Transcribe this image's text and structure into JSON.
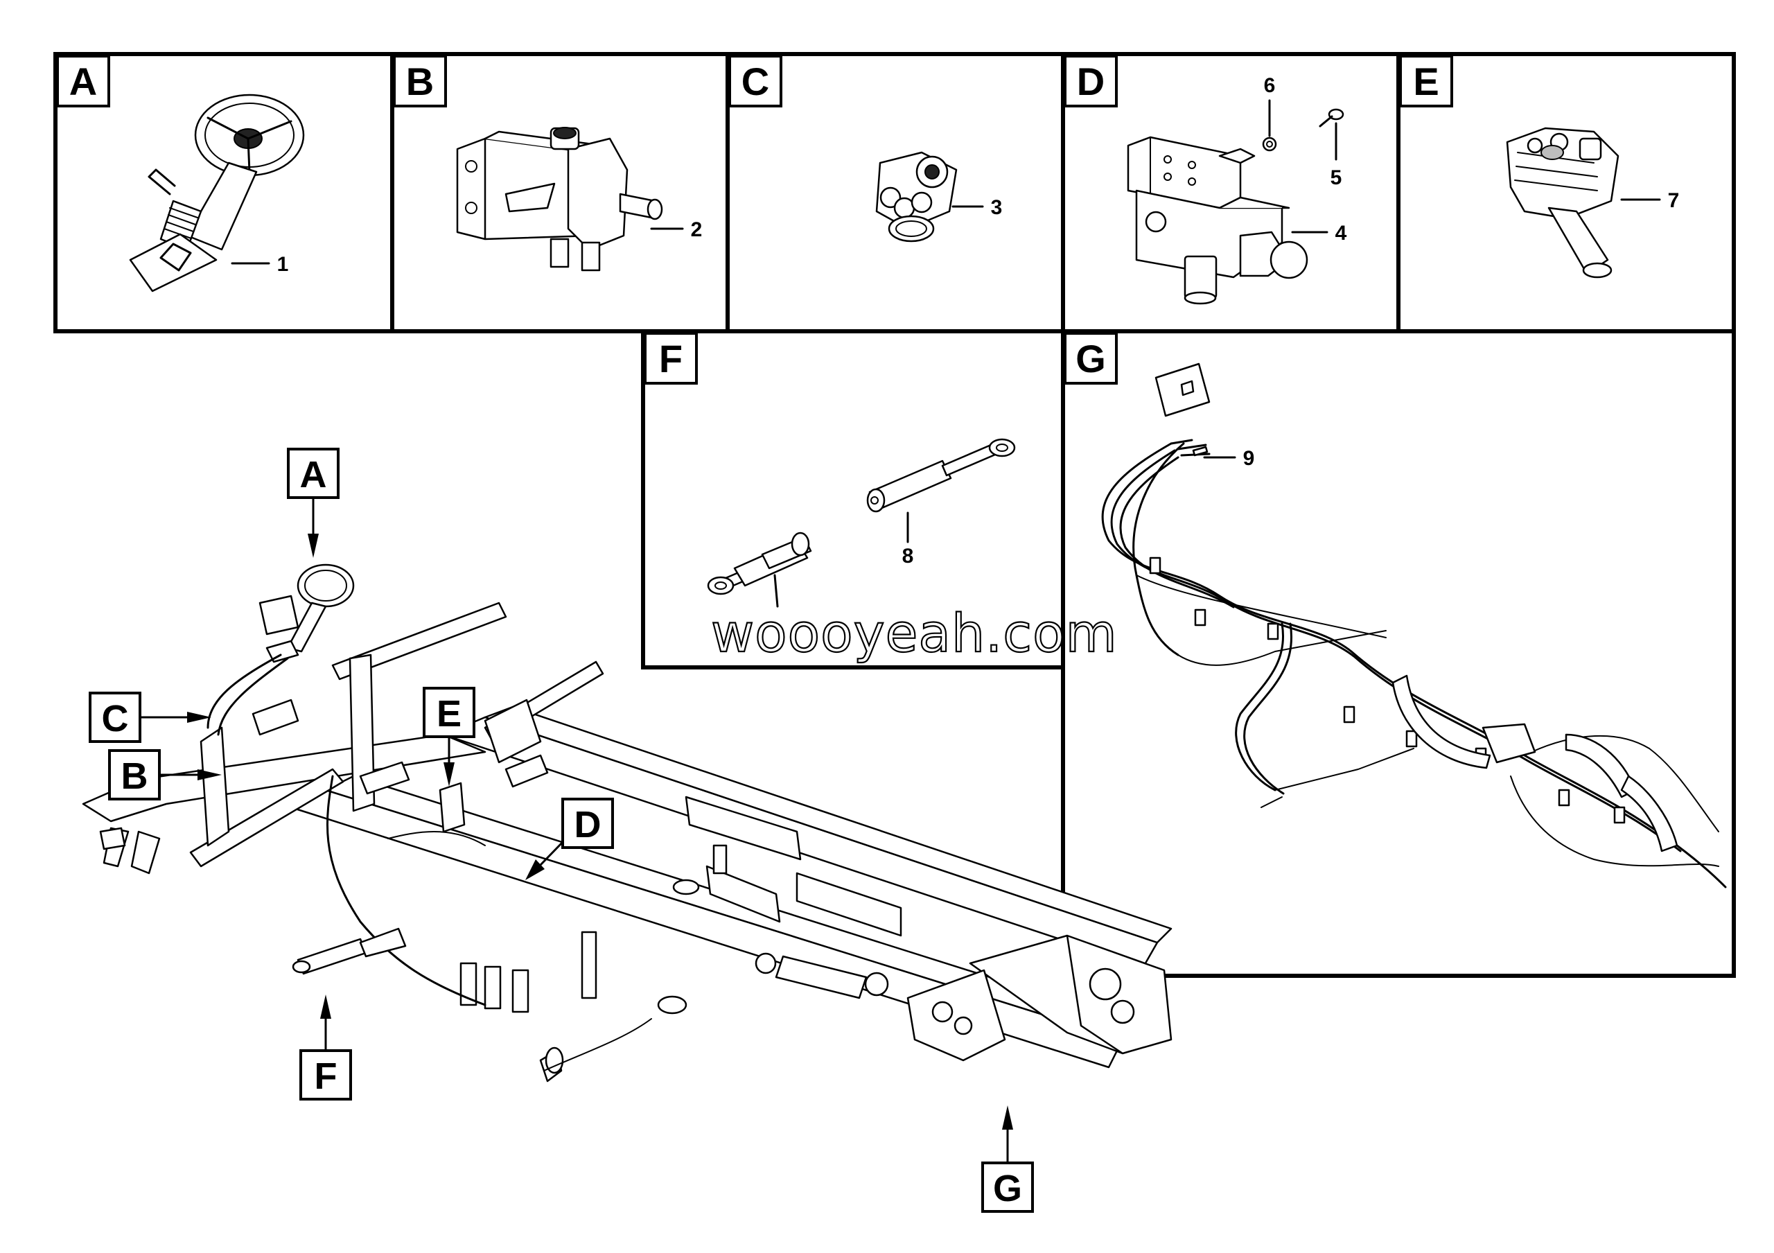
{
  "panels": [
    {
      "letter": "A",
      "callouts": [
        "1"
      ]
    },
    {
      "letter": "B",
      "callouts": [
        "2"
      ]
    },
    {
      "letter": "C",
      "callouts": [
        "3"
      ]
    },
    {
      "letter": "D",
      "callouts": [
        "6",
        "5",
        "4"
      ]
    },
    {
      "letter": "E",
      "callouts": [
        "7"
      ]
    },
    {
      "letter": "F",
      "callouts": [
        "8"
      ]
    },
    {
      "letter": "G",
      "callouts": [
        "9"
      ]
    }
  ],
  "main_view": {
    "tags": [
      "A",
      "C",
      "B",
      "E",
      "D",
      "F",
      "G"
    ]
  },
  "watermark": "woooyeah.com",
  "colors": {
    "line": "#000000",
    "background": "#ffffff",
    "shade": "#bdbdbd"
  }
}
